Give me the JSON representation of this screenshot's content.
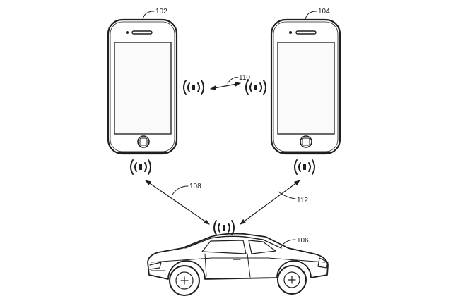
{
  "figure": {
    "labels": {
      "phone_left": "102",
      "phone_right": "104",
      "car": "106",
      "link_left_car": "108",
      "link_phones": "110",
      "link_right_car": "112"
    }
  },
  "colors": {
    "ink": "#1f1f1f",
    "background": "#ffffff"
  }
}
